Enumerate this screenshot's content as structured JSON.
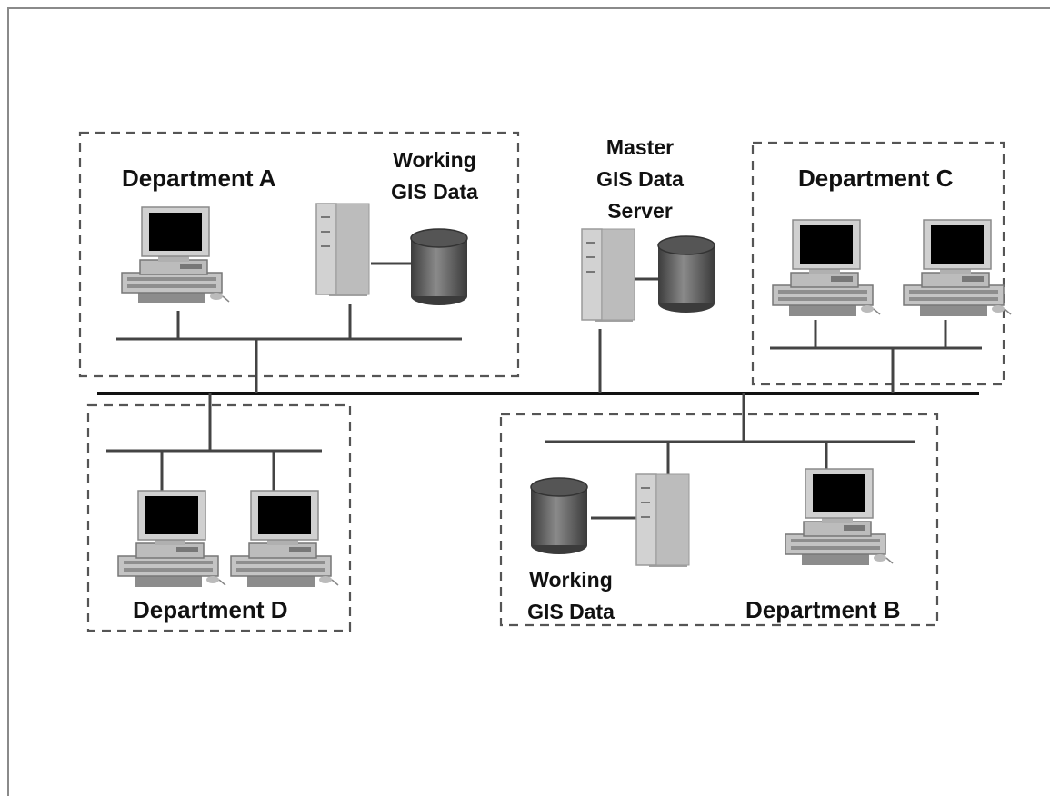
{
  "departments": {
    "a": {
      "label": "Department A",
      "data_label_line1": "Working",
      "data_label_line2": "GIS Data"
    },
    "b": {
      "label": "Department B",
      "data_label_line1": "Working",
      "data_label_line2": "GIS Data"
    },
    "c": {
      "label": "Department C"
    },
    "d": {
      "label": "Department D"
    }
  },
  "master": {
    "line1": "Master",
    "line2": "GIS Data",
    "line3": "Server"
  },
  "icons": [
    "workstation-icon",
    "server-tower-icon",
    "database-cylinder-icon"
  ]
}
